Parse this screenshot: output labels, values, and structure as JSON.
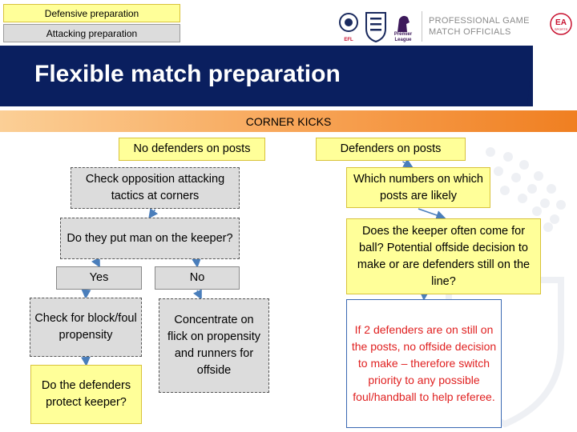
{
  "legend": {
    "defensive": "Defensive preparation",
    "attacking": "Attacking preparation",
    "colors": {
      "defensive": "#ffff99",
      "attacking": "#dcdcdc"
    }
  },
  "logos": {
    "efl": "EFL",
    "premier_league": "Premier League",
    "pgmol_line1": "PROFESSIONAL GAME",
    "pgmol_line2": "MATCH OFFICIALS",
    "ea": "EA",
    "ea_sub": "SPORTS"
  },
  "title": "Flexible match preparation",
  "section": "CORNER KICKS",
  "diagram": {
    "left": {
      "root": "No defenders on posts",
      "check_tactics": "Check opposition attacking tactics at corners",
      "man_on_keeper": "Do they put man on the keeper?",
      "yes": "Yes",
      "no": "No",
      "check_block": "Check for block/foul propensity",
      "concentrate": "Concentrate on flick on propensity and runners for offside",
      "protect_keeper": "Do the defenders protect keeper?"
    },
    "right": {
      "root": "Defenders on posts",
      "which_numbers": "Which numbers on which posts are likely",
      "keeper_question": "Does the keeper often come for ball? Potential offside decision to make or are defenders still on the line?",
      "no_offside": "If 2 defenders are on still on the posts, no offside decision to make – therefore switch priority to any possible foul/handball to help referee."
    }
  },
  "colors": {
    "navy": "#0a1f5f",
    "orange": "#f07f21",
    "yellow": "#ffff99",
    "grey": "#dcdcdc",
    "red_text": "#e02020",
    "arrow": "#4a7ebb"
  }
}
